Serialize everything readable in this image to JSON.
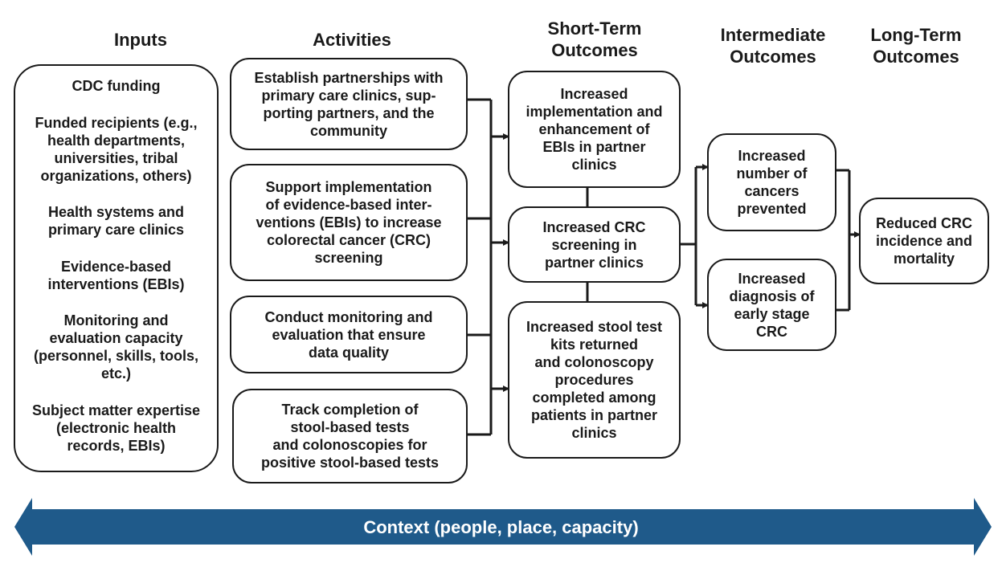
{
  "columns": {
    "inputs": {
      "lines": [
        "Inputs"
      ]
    },
    "activities": {
      "lines": [
        "Activities"
      ]
    },
    "short_term": {
      "lines": [
        "Short-Term",
        "Outcomes"
      ]
    },
    "intermediate": {
      "lines": [
        "Intermediate",
        "Outcomes"
      ]
    },
    "long_term": {
      "lines": [
        "Long-Term",
        "Outcomes"
      ]
    }
  },
  "inputs": [
    {
      "lines": [
        "CDC funding"
      ]
    },
    {
      "lines": [
        "Funded recipients (e.g.,",
        "health departments,",
        "universities, tribal",
        "organizations, others)"
      ]
    },
    {
      "lines": [
        "Health systems and",
        "primary care clinics"
      ]
    },
    {
      "lines": [
        "Evidence-based",
        "interventions (EBIs)"
      ]
    },
    {
      "lines": [
        "Monitoring and",
        "evaluation capacity",
        "(personnel, skills, tools,",
        "etc.)"
      ]
    },
    {
      "lines": [
        "Subject matter expertise",
        "(electronic health",
        "records, EBIs)"
      ]
    }
  ],
  "activities": [
    {
      "lines": [
        "Establish partnerships with",
        "primary care clinics, sup-",
        "porting partners, and the",
        "community"
      ]
    },
    {
      "lines": [
        "Support implementation",
        "of evidence-based inter-",
        "ventions (EBIs) to increase",
        "colorectal cancer (CRC)",
        "screening"
      ]
    },
    {
      "lines": [
        "Conduct monitoring and",
        "evaluation that ensure",
        "data quality"
      ]
    },
    {
      "lines": [
        "Track completion of",
        "stool-based tests",
        "and colonoscopies for",
        "positive stool-based tests"
      ]
    }
  ],
  "short_term": [
    {
      "lines": [
        "Increased",
        "implementation and",
        "enhancement of",
        "EBIs in partner",
        "clinics"
      ]
    },
    {
      "lines": [
        "Increased CRC",
        "screening in",
        "partner clinics"
      ]
    },
    {
      "lines": [
        "Increased stool test",
        "kits returned",
        "and colonoscopy",
        "procedures",
        "completed among",
        "patients in partner",
        "clinics"
      ]
    }
  ],
  "intermediate": [
    {
      "lines": [
        "Increased",
        "number of",
        "cancers",
        "prevented"
      ]
    },
    {
      "lines": [
        "Increased",
        "diagnosis of",
        "early stage",
        "CRC"
      ]
    }
  ],
  "long_term": [
    {
      "lines": [
        "Reduced CRC",
        "incidence and",
        "mortality"
      ]
    }
  ],
  "context": {
    "label": "Context (people, place, capacity)",
    "color": "#1f5a8a"
  }
}
